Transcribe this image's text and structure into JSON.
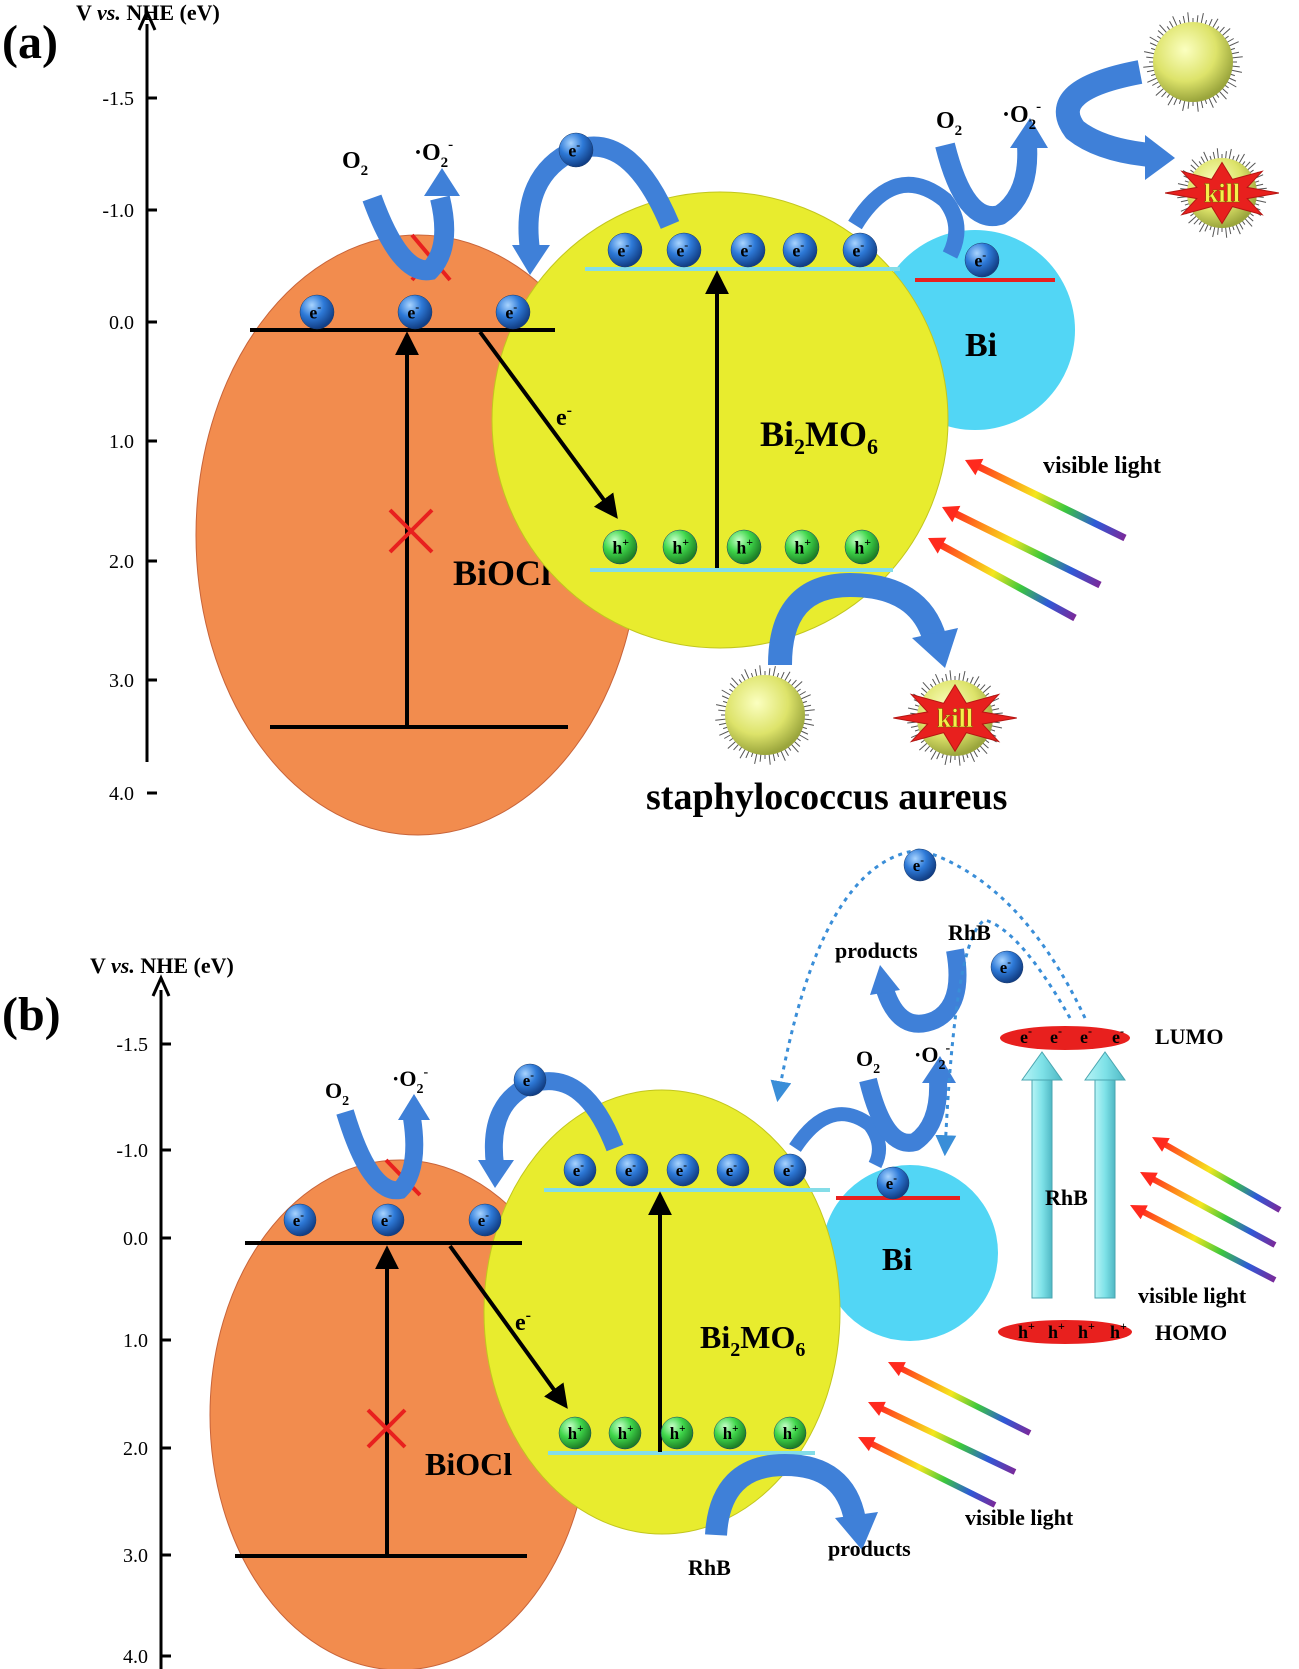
{
  "panel_a": {
    "label": "(a)",
    "axis_title_v": "V",
    "axis_title_vs": "vs.",
    "axis_title_rest": "NHE (eV)",
    "ticks": [
      "-1.5",
      "-1.0",
      "0.0",
      "1.0",
      "2.0",
      "3.0",
      "4.0"
    ],
    "biocl": "BiOCl",
    "bi2mo6": "Bi",
    "bi2mo6_sub1": "2",
    "bi2mo6_mid": "MO",
    "bi2mo6_sub2": "6",
    "bi": "Bi",
    "o2": "O",
    "o2_sub": "2",
    "superoxide": "·O",
    "superoxide_sub": "2",
    "superoxide_sup": "-",
    "electron": "e",
    "electron_sup": "-",
    "hole": "h",
    "hole_sup": "+",
    "visible_light": "visible light",
    "kill": "kill",
    "bacteria": "staphylococcus aureus"
  },
  "panel_b": {
    "label": "(b)",
    "axis_title_v": "V",
    "axis_title_vs": "vs.",
    "axis_title_rest": "NHE (eV)",
    "ticks": [
      "-1.5",
      "-1.0",
      "0.0",
      "1.0",
      "2.0",
      "3.0",
      "4.0"
    ],
    "biocl": "BiOCl",
    "bi2mo6": "Bi",
    "bi2mo6_sub1": "2",
    "bi2mo6_mid": "MO",
    "bi2mo6_sub2": "6",
    "bi": "Bi",
    "o2": "O",
    "o2_sub": "2",
    "superoxide": "·O",
    "superoxide_sub": "2",
    "superoxide_sup": "-",
    "electron": "e",
    "electron_sup": "-",
    "hole": "h",
    "hole_sup": "+",
    "visible_light": "visible light",
    "rhb": "RhB",
    "products": "products",
    "lumo": "LUMO",
    "homo": "HOMO"
  },
  "colors": {
    "biocl": "#f28c4e",
    "bi2mo6": "#e8ec2e",
    "bi": "#52d6f5",
    "electron": "#2e7ad8",
    "hole": "#3fd64a",
    "curved_arrow": "#3f80d8",
    "band": "#84dde8",
    "red": "#e8201e",
    "column": "#7fe2e8"
  },
  "icons": [
    "electron-icon",
    "hole-icon",
    "bacterium-icon",
    "kill-burst-icon",
    "rainbow-arrow-icon",
    "cross-mark-icon"
  ]
}
